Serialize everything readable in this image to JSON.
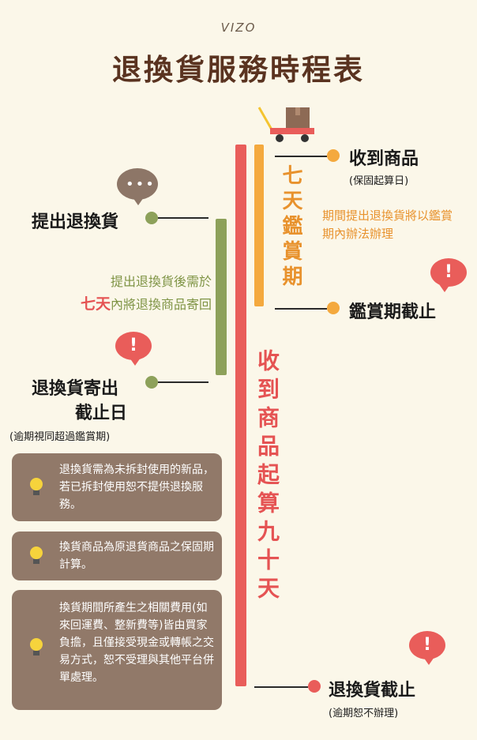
{
  "logo": "VIZO",
  "title": "退換貨服務時程表",
  "orange_period_label": "七天鑑賞期",
  "red_period_label": "收到商品起算九十天",
  "events": {
    "receive": {
      "title": "收到商品",
      "sub": "(保固起算日)"
    },
    "appreciation_end": {
      "title": "鑑賞期截止"
    },
    "return_request": {
      "title": "提出退換貨"
    },
    "ship_deadline": {
      "title_line1": "退換貨寄出",
      "title_line2": "截止日",
      "sub": "(逾期視同超過鑑賞期)"
    },
    "return_end": {
      "title": "退換貨截止",
      "sub": "(逾期恕不辦理)"
    }
  },
  "orange_note": "期間提出退換貨將以鑑賞期內辦法辦理",
  "green_note": {
    "line1": "提出退換貨後需於",
    "highlight": "七天",
    "line2": "內將退換商品寄回"
  },
  "speech_dots": "•••",
  "alert_mark": "!",
  "cards": [
    "退換貨需為未拆封使用的新品，若已拆封使用恕不提供退換服務。",
    "換貨商品為原退貨商品之保固期計算。",
    "換貨期間所產生之相關費用(如來回運費、整新費等)皆由買家負擔，且僅接受現金或轉帳之交易方式，恕不受理與其他平台併單處理。"
  ],
  "colors": {
    "red": "#e95d5a",
    "orange": "#f4a93e",
    "green": "#8da15a",
    "brown": "#917969",
    "title": "#5a3320"
  }
}
